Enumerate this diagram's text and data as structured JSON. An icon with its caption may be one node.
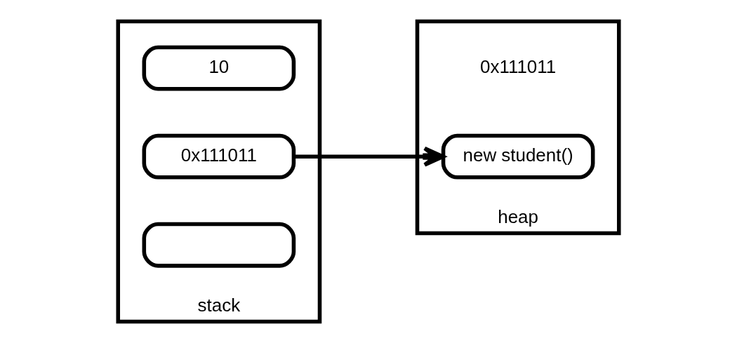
{
  "diagram": {
    "nodes": [
      {
        "text": [
          "stack"
        ]
      },
      {
        "text": [
          "10"
        ],
        "in": 0
      },
      {
        "text": [
          "0x111011"
        ],
        "in": 0
      },
      {
        "text": [],
        "shape": "box",
        "in": 0
      },
      {
        "text": [
          "heap"
        ]
      },
      {
        "text": [
          "new student()"
        ],
        "beside": [
          "0x111011"
        ],
        "in": 4
      }
    ],
    "edges": [
      {
        "from": 2,
        "to": 5,
        "arrow": "to"
      }
    ]
  }
}
